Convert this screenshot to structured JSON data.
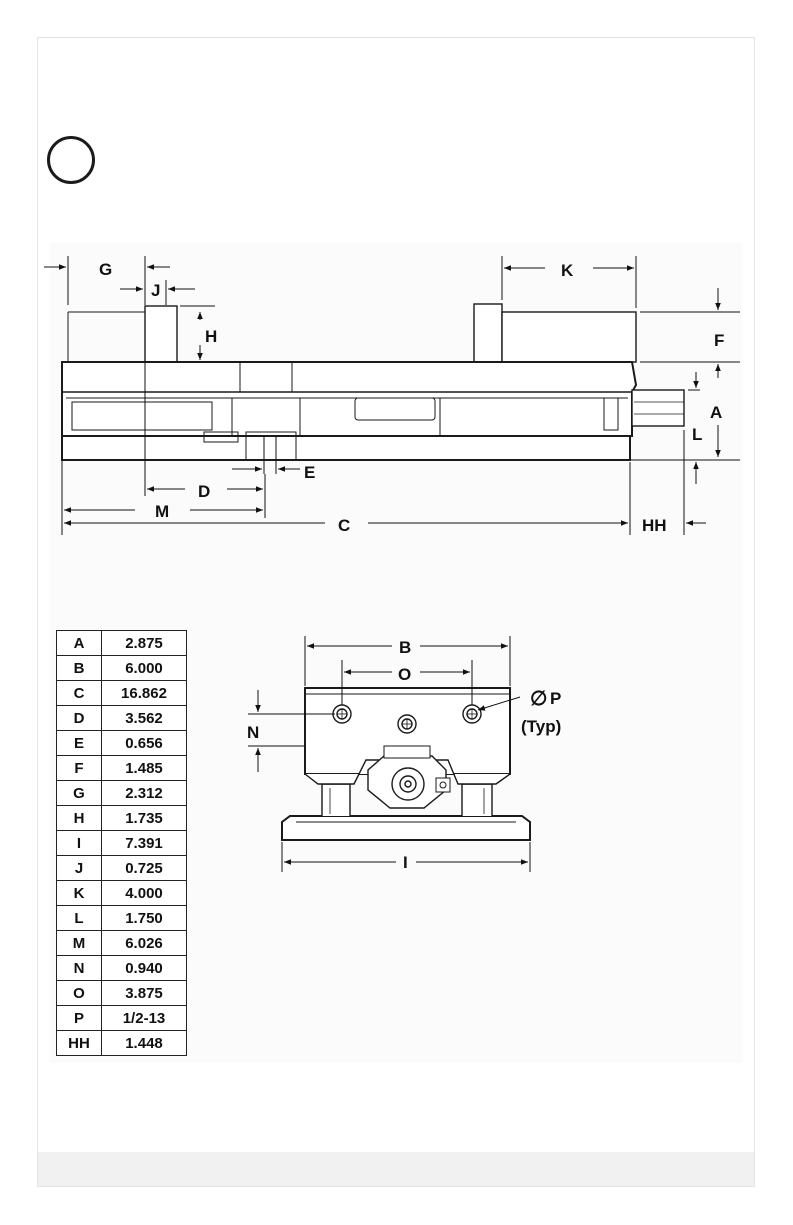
{
  "side_view": {
    "labels": {
      "G": "G",
      "J": "J",
      "H": "H",
      "K": "K",
      "F": "F",
      "A": "A",
      "L": "L",
      "E": "E",
      "D": "D",
      "M": "M",
      "C": "C",
      "HH": "HH"
    }
  },
  "end_view": {
    "labels": {
      "B": "B",
      "O": "O",
      "N": "N",
      "I": "I",
      "P": "P",
      "typ": "(Typ)"
    },
    "diameter_symbol": "∅"
  },
  "dimension_table": [
    {
      "label": "A",
      "value": "2.875"
    },
    {
      "label": "B",
      "value": "6.000"
    },
    {
      "label": "C",
      "value": "16.862"
    },
    {
      "label": "D",
      "value": "3.562"
    },
    {
      "label": "E",
      "value": "0.656"
    },
    {
      "label": "F",
      "value": "1.485"
    },
    {
      "label": "G",
      "value": "2.312"
    },
    {
      "label": "H",
      "value": "1.735"
    },
    {
      "label": "I",
      "value": "7.391"
    },
    {
      "label": "J",
      "value": "0.725"
    },
    {
      "label": "K",
      "value": "4.000"
    },
    {
      "label": "L",
      "value": "1.750"
    },
    {
      "label": "M",
      "value": "6.026"
    },
    {
      "label": "N",
      "value": "0.940"
    },
    {
      "label": "O",
      "value": "3.875"
    },
    {
      "label": "P",
      "value": "1/2-13"
    },
    {
      "label": "HH",
      "value": "1.448"
    }
  ]
}
